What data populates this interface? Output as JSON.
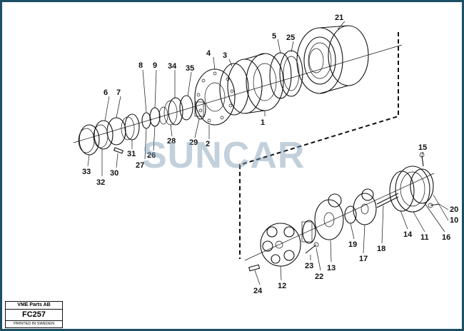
{
  "watermark": "SUNCAR",
  "stamp": {
    "company": "VME Parts AB",
    "code": "FC257",
    "printed": "PRINTED IN SWEDEN"
  },
  "callouts": {
    "n1": "1",
    "n2": "2",
    "n3": "3",
    "n4": "4",
    "n5": "5",
    "n6": "6",
    "n7": "7",
    "n8": "8",
    "n9": "9",
    "n10": "10",
    "n11": "11",
    "n12": "12",
    "n13": "13",
    "n14": "14",
    "n15": "15",
    "n16": "16",
    "n17": "17",
    "n18": "18",
    "n19": "19",
    "n20": "20",
    "n21": "21",
    "n22": "22",
    "n23": "23",
    "n24": "24",
    "n25": "25",
    "n26": "26",
    "n27": "27",
    "n28": "28",
    "n29": "29",
    "n30": "30",
    "n31": "31",
    "n32": "32",
    "n33": "33",
    "n34": "34",
    "n35": "35"
  },
  "colors": {
    "frame": "#1b4f63",
    "ink": "#111111",
    "watermark": "#7896af"
  }
}
